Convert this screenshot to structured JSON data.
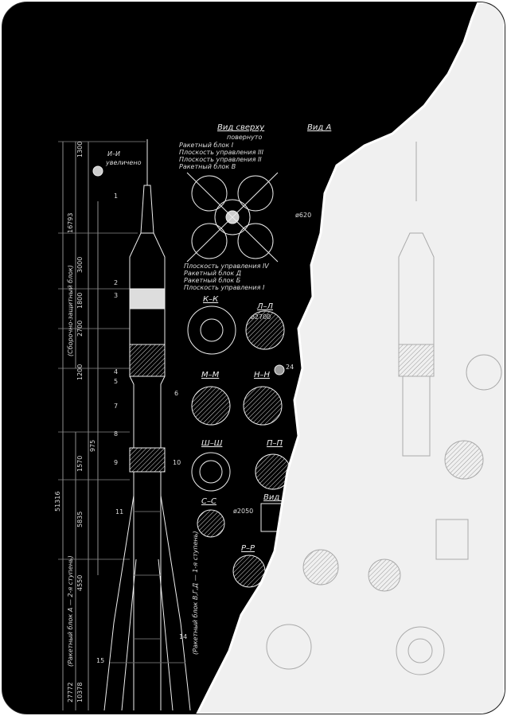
{
  "blueprint": {
    "top_view": {
      "title": "Вид сверху",
      "subtitle": "повернуто"
    },
    "view_a": {
      "title": "Вид А"
    },
    "view_b": {
      "title": "Вид В"
    },
    "detail": {
      "title": "И–И",
      "subtitle": "увеличено"
    },
    "top_labels": [
      "Ракетный блок I",
      "Плоскость управления III",
      "Плоскость управления II",
      "Ракетный блок В"
    ],
    "bottom_labels": [
      "Плоскость управления IV",
      "Ракетный блок Д",
      "Ракетный блок Б",
      "Плоскость управления I"
    ],
    "sections": [
      "К–К",
      "Л–Л",
      "М–М",
      "Н–Н",
      "Ш–Ш",
      "П–П",
      "С–С",
      "Р–Р"
    ],
    "dimensions": [
      "1300",
      "2700",
      "1800",
      "3000",
      "1200",
      "975",
      "1570",
      "5835",
      "4550",
      "10378",
      "51316",
      "27772",
      "16793",
      "ø2700",
      "ø2050",
      "ø620"
    ],
    "vertical_notes": [
      "(Сборочно-защитный блок)",
      "(Ракетный блок А — 2-я ступень)",
      "(Ракетный блок В,Г,Д — 1-я ступень)"
    ],
    "part_numbers": [
      "1",
      "2",
      "3",
      "4",
      "5",
      "6",
      "7",
      "8",
      "9",
      "10",
      "11",
      "14",
      "15",
      "24"
    ]
  },
  "colors": {
    "background": "#000000",
    "paper": "#f2f2f2",
    "lines": "#e6e6e6"
  }
}
